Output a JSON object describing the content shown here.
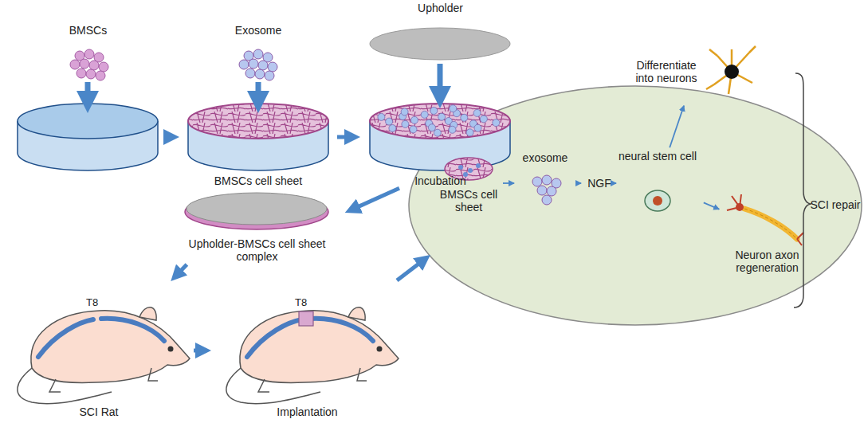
{
  "diagram": {
    "nodes": [
      {
        "text": [
          "BMSCs"
        ]
      },
      {
        "text": [
          "Exosome",
          "BMSCs cell sheet"
        ]
      },
      {
        "text": [
          "Upholder",
          "Incubation"
        ]
      },
      {
        "text": [
          "Upholder-BMSCs cell sheet complex"
        ]
      },
      {
        "text": [
          "SCI Rat"
        ]
      },
      {
        "text": [
          "Implantation"
        ]
      },
      {
        "text": [
          "BMSCs cell sheet"
        ]
      },
      {
        "text": [
          "exosome"
        ]
      },
      {
        "text": [
          "NGF"
        ]
      },
      {
        "text": [
          "neural stem cell"
        ]
      },
      {
        "text": [
          "Differentiate into neurons"
        ]
      },
      {
        "text": [
          "Neuron axon regeneration"
        ]
      },
      {
        "text": [
          "SCI repair"
        ]
      }
    ],
    "edges": [
      {
        "from": 0,
        "to": 1,
        "arrow": "to"
      },
      {
        "from": 1,
        "to": 2,
        "arrow": "to"
      },
      {
        "from": 2,
        "to": 3,
        "arrow": "to"
      },
      {
        "from": 3,
        "to": 4,
        "arrow": "to"
      },
      {
        "from": 4,
        "to": 5,
        "arrow": "to"
      },
      {
        "from": 6,
        "to": 7,
        "arrow": "to"
      },
      {
        "from": 7,
        "to": 8,
        "arrow": "to"
      },
      {
        "from": 8,
        "to": 9,
        "arrow": "to"
      },
      {
        "from": 9,
        "to": 10,
        "arrow": "to"
      },
      {
        "from": 9,
        "to": 11,
        "arrow": "to"
      }
    ],
    "labels": [
      "T8",
      "T8"
    ]
  }
}
